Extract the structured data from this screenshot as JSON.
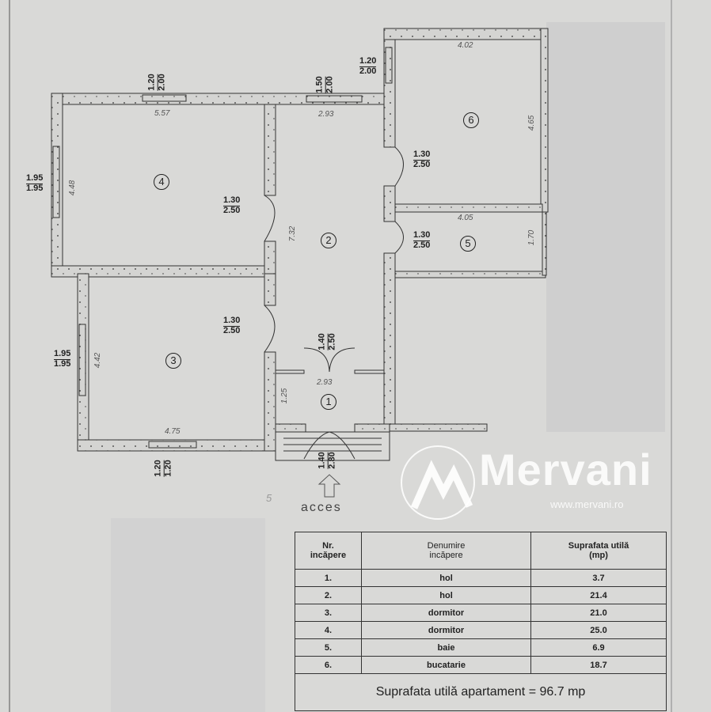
{
  "plan": {
    "windows": [
      {
        "id": "w4-top",
        "top": "1.20",
        "bottom": "2.00"
      },
      {
        "id": "w2-top",
        "top": "1.50",
        "bottom": "2.00"
      },
      {
        "id": "w6-left",
        "top": "1.20",
        "bottom": "2.00"
      },
      {
        "id": "w4-left",
        "top": "1.95",
        "bottom": "1.95"
      },
      {
        "id": "w3-left",
        "top": "1.95",
        "bottom": "1.95"
      },
      {
        "id": "w3-bottom",
        "top": "1.20",
        "bottom": "1.20"
      }
    ],
    "doors": [
      {
        "id": "d4",
        "top": "1.30",
        "bottom": "2.50"
      },
      {
        "id": "d3",
        "top": "1.30",
        "bottom": "2.50"
      },
      {
        "id": "d6",
        "top": "1.30",
        "bottom": "2.50"
      },
      {
        "id": "d5",
        "top": "1.30",
        "bottom": "2.50"
      },
      {
        "id": "d1-inner",
        "top": "1.40",
        "bottom": "2.50"
      },
      {
        "id": "d1-entry",
        "top": "1.40",
        "bottom": "2.80"
      }
    ],
    "dimensions": {
      "room4_width": "5.57",
      "room4_height": "4.48",
      "room2_width": "2.93",
      "room2_height": "7.32",
      "room6_width": "4.02",
      "room6_height": "4.65",
      "room5_width": "4.05",
      "room5_height": "1.70",
      "room3_width": "4.75",
      "room3_height": "4.42",
      "room1_width": "2.93",
      "room1_height": "1.25"
    },
    "room_numbers": [
      "1",
      "2",
      "3",
      "4",
      "5",
      "6"
    ],
    "access_label": "acces",
    "stray_mark": "5"
  },
  "table": {
    "headers": [
      "Nr.\nincăpere",
      "Denumire\nincăpere",
      "Suprafata utilă\n(mp)"
    ],
    "rows": [
      {
        "nr": "1.",
        "name": "hol",
        "area": "3.7"
      },
      {
        "nr": "2.",
        "name": "hol",
        "area": "21.4"
      },
      {
        "nr": "3.",
        "name": "dormitor",
        "area": "21.0"
      },
      {
        "nr": "4.",
        "name": "dormitor",
        "area": "25.0"
      },
      {
        "nr": "5.",
        "name": "baie",
        "area": "6.9"
      },
      {
        "nr": "6.",
        "name": "bucatarie",
        "area": "18.7"
      }
    ],
    "total": "Suprafata  utilă apartament = 96.7 mp"
  },
  "watermark": {
    "brand": "Mervani",
    "url": "www.mervani.ro",
    "color": "#ffffff"
  }
}
